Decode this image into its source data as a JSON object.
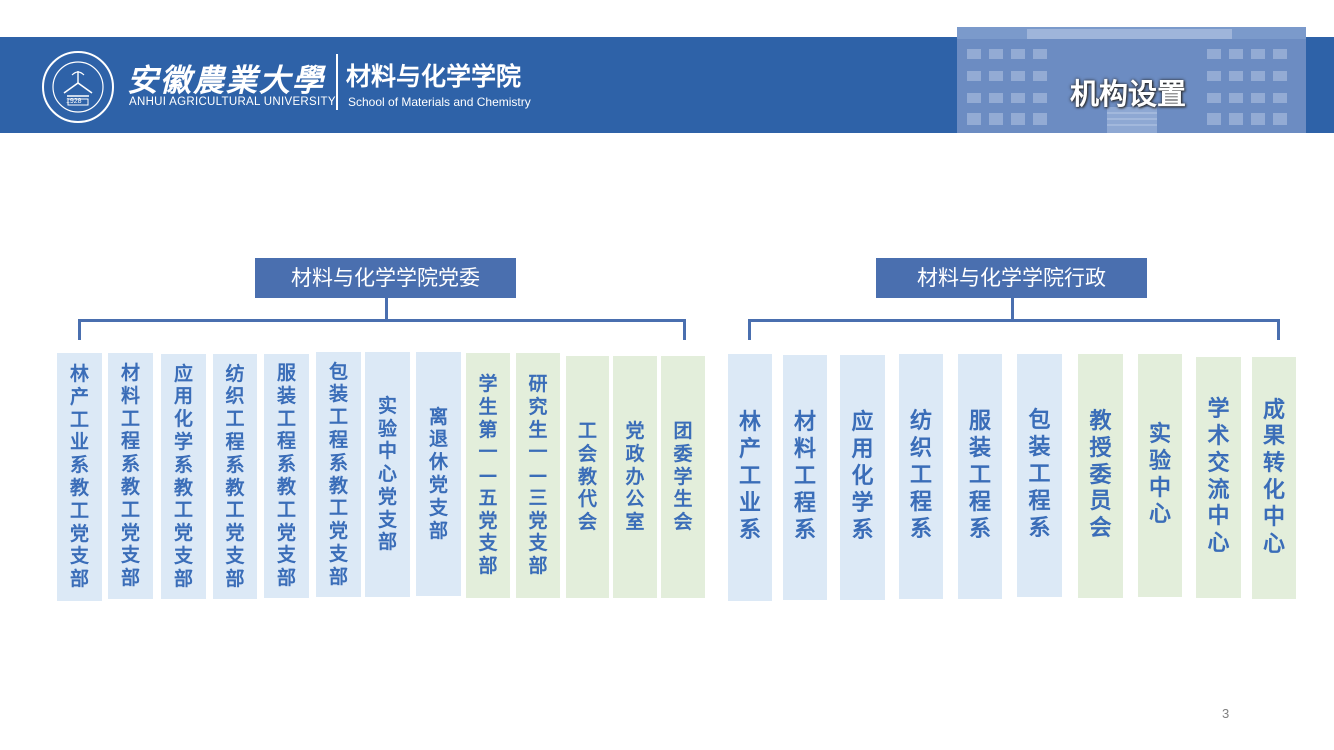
{
  "header": {
    "university_cn": "安徽農業大學",
    "university_en": "ANHUI AGRICULTURAL UNIVERSITY",
    "school_cn": "材料与化学学院",
    "school_en": "School of Materials and Chemistry",
    "seal_year": "1928",
    "section_title": "机构设置"
  },
  "org": {
    "party": {
      "title": "材料与化学学院党委",
      "units": [
        {
          "label": "林产工业系教工党支部",
          "color": "blue"
        },
        {
          "label": "材料工程系教工党支部",
          "color": "blue"
        },
        {
          "label": "应用化学系教工党支部",
          "color": "blue"
        },
        {
          "label": "纺织工程系教工党支部",
          "color": "blue"
        },
        {
          "label": "服装工程系教工党支部",
          "color": "blue"
        },
        {
          "label": "包装工程系教工党支部",
          "color": "blue"
        },
        {
          "label": "实验中心党支部",
          "color": "blue"
        },
        {
          "label": "离退休党支部",
          "color": "blue"
        },
        {
          "label": "学生第一—五党支部",
          "color": "green"
        },
        {
          "label": "研究生一—三党支部",
          "color": "green"
        },
        {
          "label": "工会　教代会",
          "color": "green"
        },
        {
          "label": "党政办公室",
          "color": "green"
        },
        {
          "label": "团委　学生会",
          "color": "green"
        }
      ]
    },
    "admin": {
      "title": "材料与化学学院行政",
      "units": [
        {
          "label": "林产工业系",
          "color": "blue"
        },
        {
          "label": "材料工程系",
          "color": "blue"
        },
        {
          "label": "应用化学系",
          "color": "blue"
        },
        {
          "label": "纺织工程系",
          "color": "blue"
        },
        {
          "label": "服装工程系",
          "color": "blue"
        },
        {
          "label": "包装工程系",
          "color": "blue"
        },
        {
          "label": "教授委员会",
          "color": "green"
        },
        {
          "label": "实验中心",
          "color": "green"
        },
        {
          "label": "学术交流中心",
          "color": "green"
        },
        {
          "label": "成果转化中心",
          "color": "green"
        }
      ]
    }
  },
  "page_number": "3"
}
